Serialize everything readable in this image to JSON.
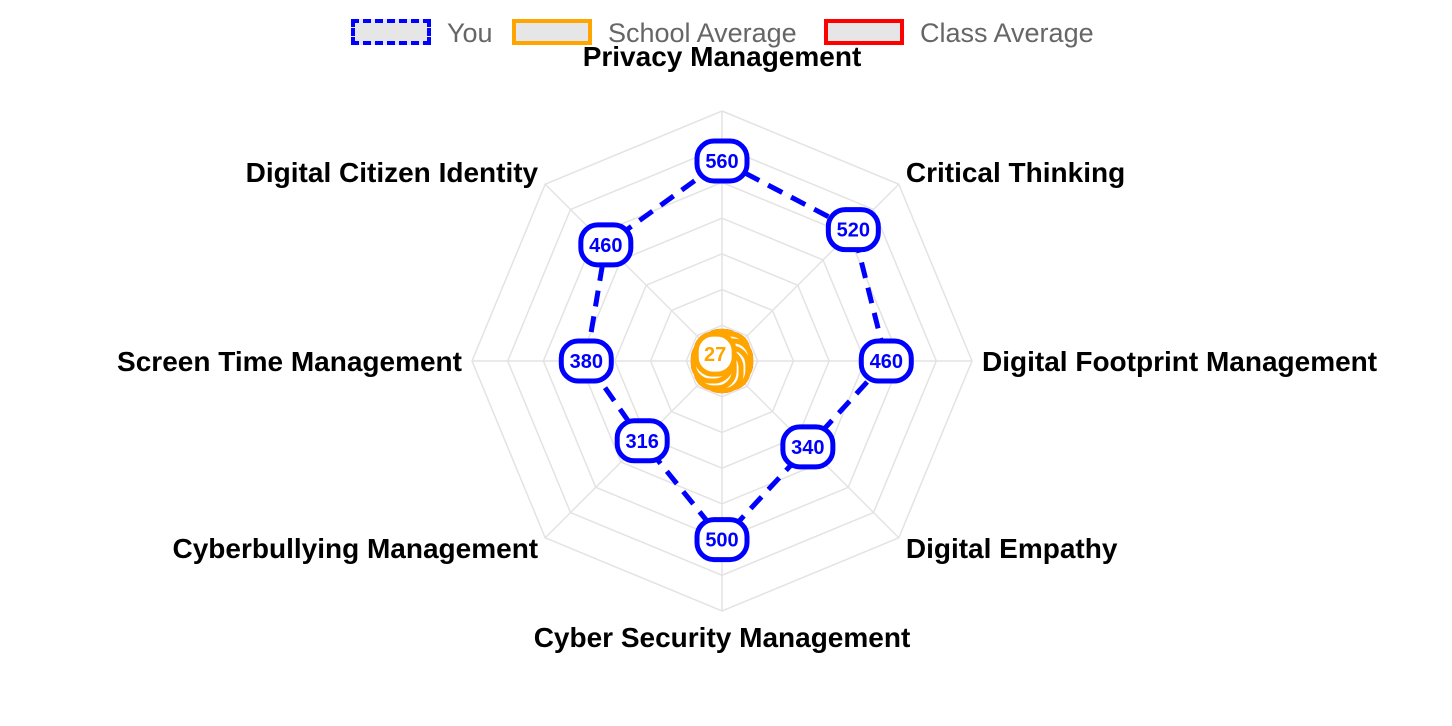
{
  "legend": [
    {
      "label": "You",
      "color": "#0000ff",
      "style": "dashed"
    },
    {
      "label": "School Average",
      "color": "#ffa500",
      "style": "solid"
    },
    {
      "label": "Class Average",
      "color": "#ff0000",
      "style": "solid"
    }
  ],
  "chart_data": {
    "type": "radar",
    "axes": [
      "Privacy Management",
      "Critical Thinking",
      "Digital Footprint Management",
      "Digital Empathy",
      "Cyber Security Management",
      "Cyberbullying Management",
      "Screen Time Management",
      "Digital Citizen Identity"
    ],
    "rlim": [
      0,
      700
    ],
    "grid": true,
    "legend_position": "top-center",
    "series": [
      {
        "name": "You",
        "color": "#0000ff",
        "style": "dashed",
        "values": [
          560,
          520,
          460,
          340,
          500,
          316,
          380,
          460
        ]
      },
      {
        "name": "Class Average",
        "color": "#ff0000",
        "style": "solid",
        "values": [
          27,
          27,
          27,
          27,
          27,
          27,
          27,
          27
        ]
      },
      {
        "name": "School Average",
        "color": "#ffa500",
        "style": "solid",
        "values": [
          27,
          27,
          27,
          27,
          27,
          27,
          27,
          27
        ]
      }
    ]
  }
}
